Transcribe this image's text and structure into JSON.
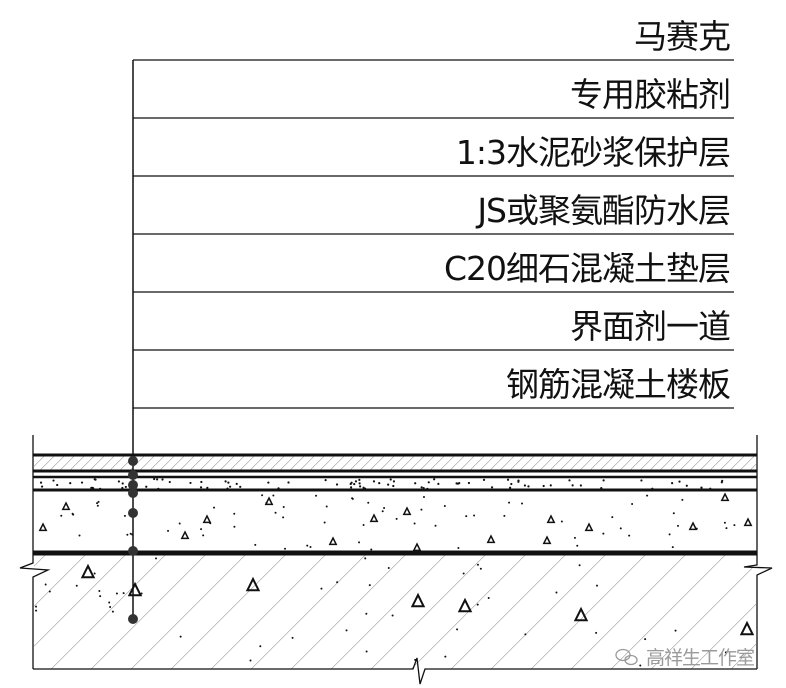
{
  "labels": [
    "马赛克",
    "专用胶粘剂",
    "1:3水泥砂浆保护层",
    "JS或聚氨酯防水层",
    "C20细石混凝土垫层",
    "界面剂一道",
    "钢筋混凝土楼板"
  ],
  "watermark": {
    "icon": "wechat-icon",
    "text": "高祥生工作室"
  },
  "colors": {
    "line": "#111111",
    "watermark": "#9a9a9a"
  }
}
